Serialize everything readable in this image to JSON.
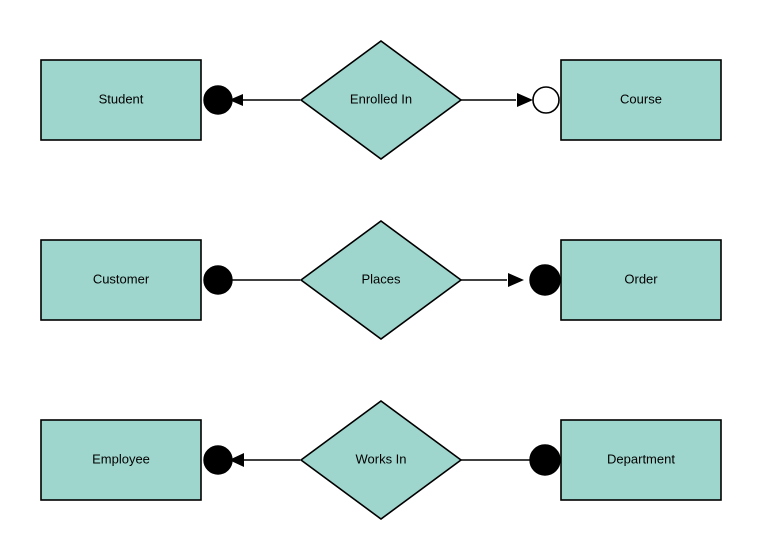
{
  "diagram": {
    "type": "entity-relationship-diagram",
    "background_color": "#ffffff",
    "shape_fill_color": "#9ed6cd",
    "shape_stroke_color": "#000000",
    "label_color": "#000000",
    "rows": [
      {
        "left_entity": "Student",
        "relationship": "Enrolled In",
        "right_entity": "Course",
        "left_connector": {
          "marker": "filled-circle",
          "arrow": "left"
        },
        "right_connector": {
          "marker": "hollow-circle",
          "arrow": "right"
        }
      },
      {
        "left_entity": "Customer",
        "relationship": "Places",
        "right_entity": "Order",
        "left_connector": {
          "marker": "filled-circle",
          "arrow": "none"
        },
        "right_connector": {
          "marker": "filled-circle",
          "arrow": "right"
        }
      },
      {
        "left_entity": "Employee",
        "relationship": "Works In",
        "right_entity": "Department",
        "left_connector": {
          "marker": "filled-circle",
          "arrow": "left"
        },
        "right_connector": {
          "marker": "filled-circle",
          "arrow": "none"
        }
      }
    ]
  }
}
